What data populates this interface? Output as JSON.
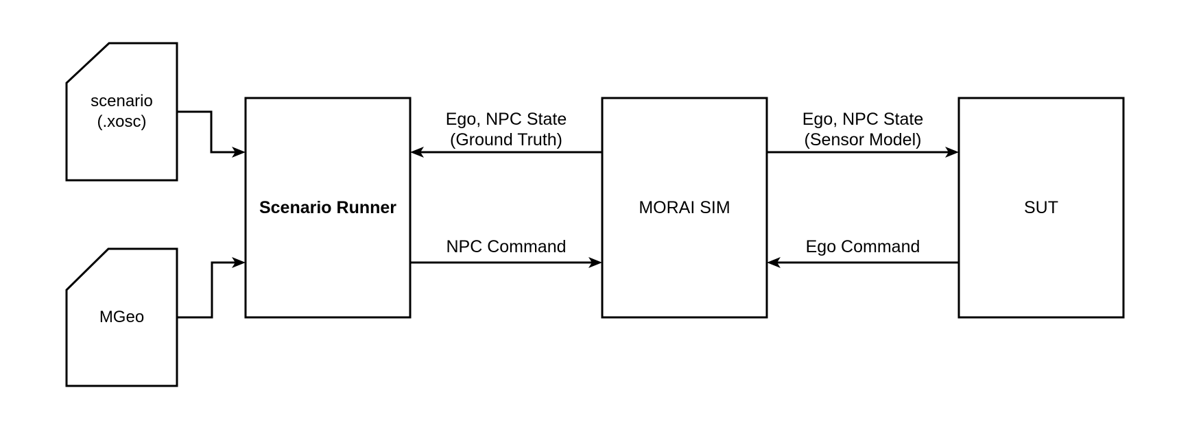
{
  "diagram": {
    "colors": {
      "stroke": "#000000",
      "shape_fill": "#ffffff",
      "text": "#000000",
      "background": "#ffffff"
    },
    "nodes": [
      {
        "id": "scenario-file",
        "type": "document",
        "label": "scenario\n(.xosc)"
      },
      {
        "id": "mgeo-file",
        "type": "document",
        "label": "MGeo"
      },
      {
        "id": "scenario-runner",
        "type": "process",
        "label": "Scenario Runner"
      },
      {
        "id": "morai-sim",
        "type": "process",
        "label": "MORAI SIM"
      },
      {
        "id": "sut",
        "type": "process",
        "label": "SUT"
      }
    ],
    "edges": [
      {
        "from": "scenario-file",
        "to": "scenario-runner",
        "label": ""
      },
      {
        "from": "mgeo-file",
        "to": "scenario-runner",
        "label": ""
      },
      {
        "from": "morai-sim",
        "to": "scenario-runner",
        "label": "Ego, NPC State\n(Ground Truth)"
      },
      {
        "from": "scenario-runner",
        "to": "morai-sim",
        "label": "NPC Command"
      },
      {
        "from": "morai-sim",
        "to": "sut",
        "label": "Ego, NPC State\n(Sensor Model)"
      },
      {
        "from": "sut",
        "to": "morai-sim",
        "label": "Ego Command"
      }
    ]
  }
}
